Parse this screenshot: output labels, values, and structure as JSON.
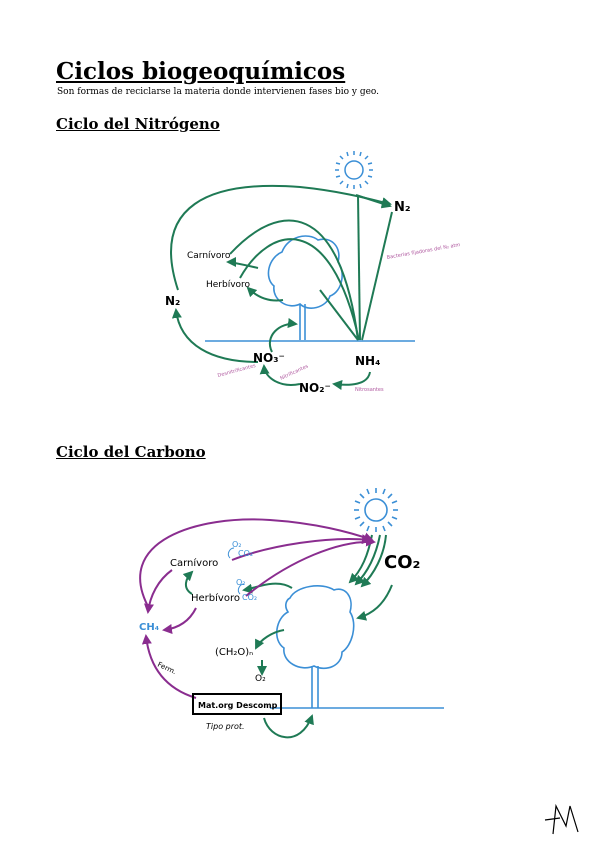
{
  "page": {
    "title": "Ciclos biogeoquímicos",
    "subtitle": "Son formas de reciclarse la materia donde intervienen fases bio y geo."
  },
  "colors": {
    "green": "#1f7a55",
    "blue": "#3b8fd6",
    "purple": "#8a2d8f",
    "pink_note": "#b05aa0",
    "black": "#000000"
  },
  "nitrogen": {
    "heading": "Ciclo del Nitrógeno",
    "labels": {
      "n2_right": "N₂",
      "n2_left": "N₂",
      "carnivore": "Carnívoro",
      "herbivore": "Herbívoro",
      "no3": "NO₃⁻",
      "nh4": "NH₄",
      "no2": "NO₂⁻",
      "note_fixation": "Bacterias fijadoras del N₂ atm",
      "note_nitrifiers_1": "Nitrificantes",
      "note_nitrifiers_2": "Nitrosantes",
      "note_denitrifiers": "Desnitrificantes"
    }
  },
  "carbon": {
    "heading": "Ciclo del Carbono",
    "labels": {
      "co2_main": "CO₂",
      "carnivore": "Carnívoro",
      "herbivore": "Herbívoro",
      "o2_carn": "O₂",
      "co2_carn": "CO₂",
      "o2_herb": "O₂",
      "co2_herb": "CO₂",
      "ch4": "CH₄",
      "ch2o": "(CH₂O)ₙ",
      "o2_tree": "O₂",
      "ferm": "Ferm.",
      "matorg": "Mat.org Descomp",
      "tipo": "Tipo prot."
    }
  },
  "signature": {
    "icon": "signature-icon"
  }
}
